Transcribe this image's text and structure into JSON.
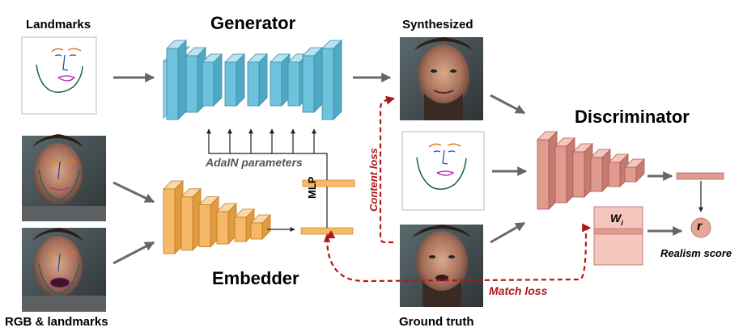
{
  "labels": {
    "landmarks": "Landmarks",
    "generator": "Generator",
    "synthesized": "Synthesized",
    "discriminator": "Discriminator",
    "adain": "AdaIN parameters",
    "mlp": "MLP",
    "embedder": "Embedder",
    "rgb_landmarks": "RGB & landmarks",
    "ground_truth": "Ground truth",
    "content_loss": "Content loss",
    "match_loss": "Match loss",
    "w": "W",
    "w_sub": "i",
    "r": "r",
    "realism": "Realism score"
  },
  "colors": {
    "generator": "#6ec3dc",
    "embedder": "#f7b868",
    "discriminator": "#e19a90",
    "loss_arrow": "#b01818",
    "gray_arrow": "#666666"
  }
}
